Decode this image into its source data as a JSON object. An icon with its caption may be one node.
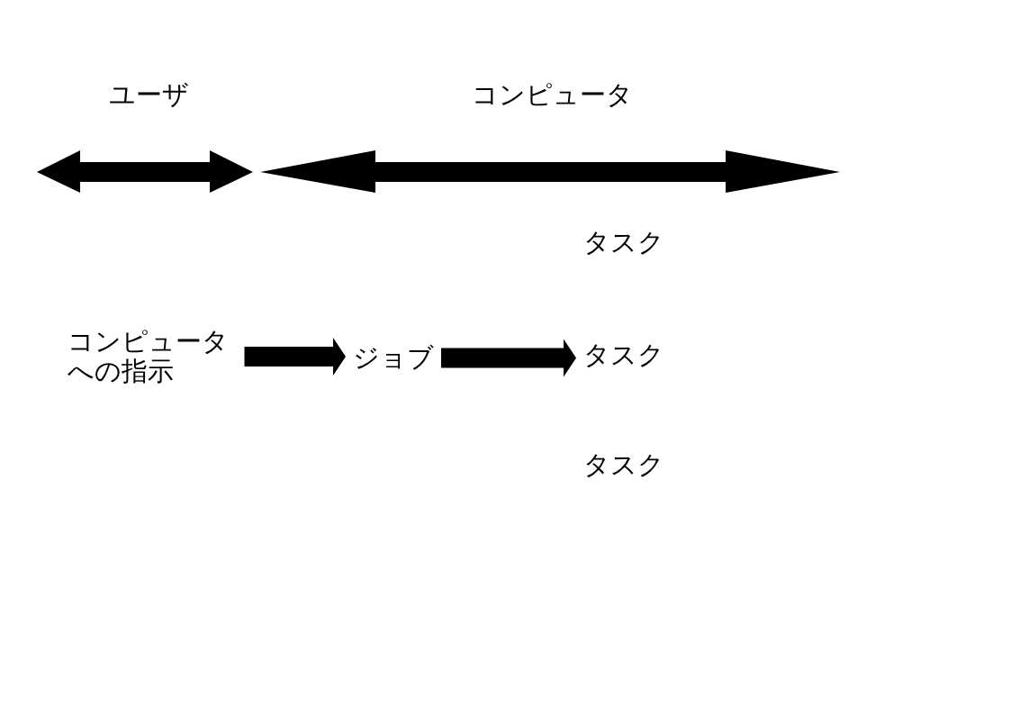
{
  "diagram": {
    "nodes": [
      {
        "text": [
          "コンピュータへの指示"
        ]
      },
      {
        "text": [
          "ジョブ"
        ]
      },
      {
        "text": [
          "タスク"
        ]
      },
      {
        "text": [
          "タスク"
        ]
      },
      {
        "text": [
          "タスク"
        ]
      }
    ],
    "edges": [
      {
        "from": 0,
        "to": 1,
        "arrow": "to"
      },
      {
        "from": 1,
        "to": 3,
        "arrow": "to"
      }
    ],
    "labels": [
      "ユーザ",
      "コンピュータ"
    ]
  }
}
